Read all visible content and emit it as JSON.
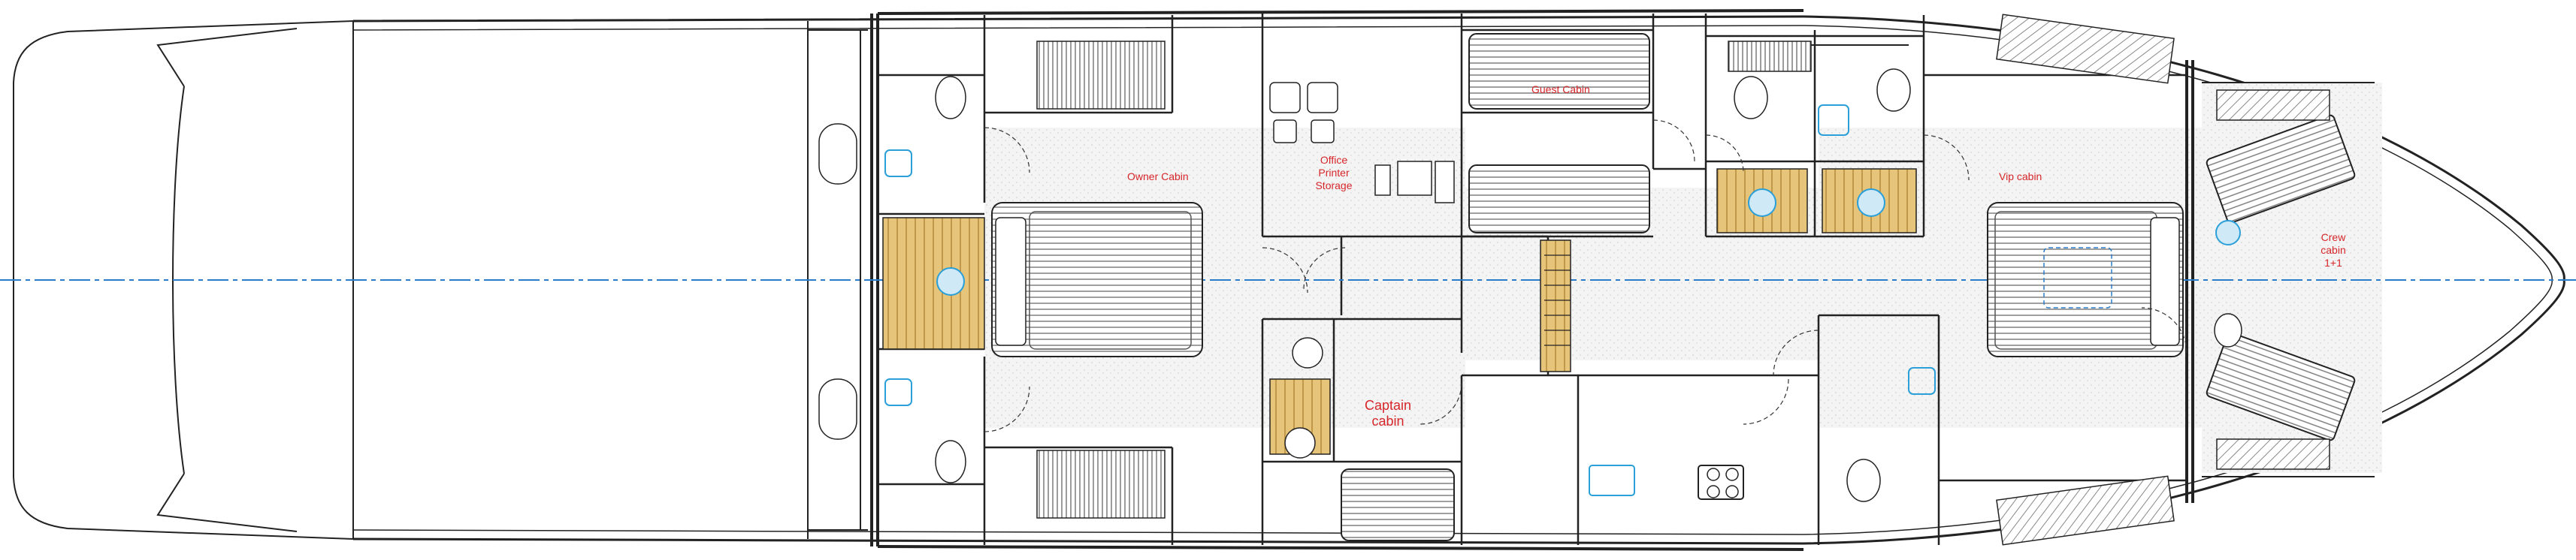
{
  "plan": {
    "labels": {
      "office": [
        "Office",
        "Printer",
        "Storage"
      ],
      "owner": "Owner Cabin",
      "guest": "Guest Cabin",
      "vip": "Vip cabin",
      "captain": [
        "Captain",
        "cabin"
      ],
      "crew": [
        "Crew",
        "cabin",
        "1+1"
      ]
    },
    "colors": {
      "line": "#222222",
      "label": "#d6262a",
      "centerline": "#2b7cc8",
      "fixture": "#2a9fd8",
      "wood": "#e6c47a",
      "floor": "#efefef"
    }
  }
}
